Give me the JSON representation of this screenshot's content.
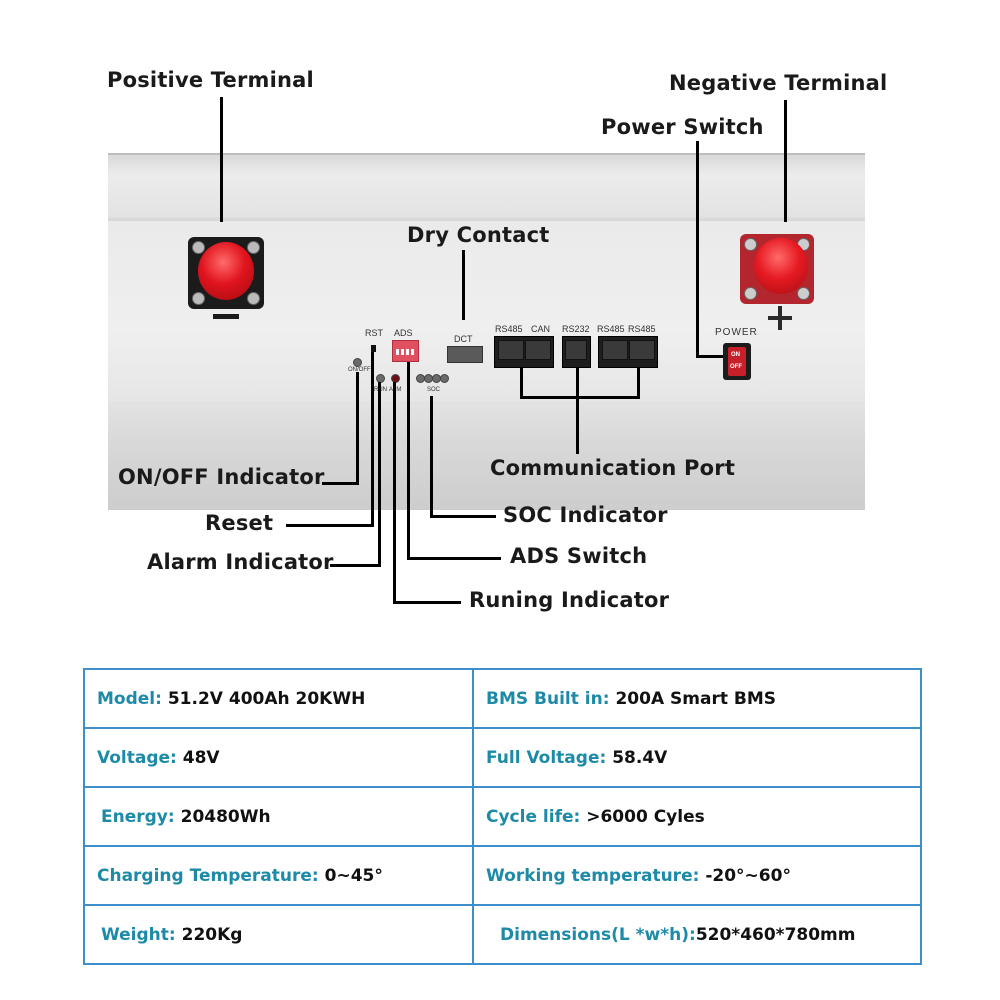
{
  "callouts": {
    "positive_terminal": "Positive Terminal",
    "negative_terminal": "Negative Terminal",
    "power_switch": "Power Switch",
    "dry_contact": "Dry Contact",
    "communication_port": "Communication Port",
    "on_off_indicator": "ON/OFF Indicator",
    "reset": "Reset",
    "alarm_indicator": "Alarm Indicator",
    "soc_indicator": "SOC Indicator",
    "ads_switch": "ADS Switch",
    "running_indicator": "Runing Indicator"
  },
  "panel_labels": {
    "rst": "RST",
    "ads": "ADS",
    "dct": "DCT",
    "on_off": "ON/OFF",
    "run": "RUN",
    "alm": "ALM",
    "soc": "SOC",
    "port_rs485_1": "RS485",
    "port_can": "CAN",
    "port_rs232": "RS232",
    "port_rs485_2": "RS485",
    "port_rs485_3": "RS485",
    "power": "POWER",
    "switch_on": "ON",
    "switch_off": "OFF",
    "minus_sign": "−",
    "plus_sign": "+"
  },
  "colors": {
    "spec_key": "#1d8aa8",
    "table_border": "#3d8fcb",
    "terminal_red": "#e0141e"
  },
  "specs": [
    [
      {
        "key": "Model:",
        "value": "51.2V 400Ah 20KWH"
      },
      {
        "key": "BMS Built in:",
        "value": "200A Smart BMS"
      }
    ],
    [
      {
        "key": "Voltage:",
        "value": "48V"
      },
      {
        "key": "Full Voltage:",
        "value": "58.4V"
      }
    ],
    [
      {
        "key": "Energy:",
        "value": "20480Wh"
      },
      {
        "key": "Cycle life:",
        "value": ">6000 Cyles"
      }
    ],
    [
      {
        "key": "Charging Temperature:",
        "value": "0~45°"
      },
      {
        "key": "Working temperature:",
        "value": "-20°~60°"
      }
    ],
    [
      {
        "key": "Weight:",
        "value": "220Kg"
      },
      {
        "key": "Dimensions(L *w*h):",
        "value": "520*460*780mm"
      }
    ]
  ]
}
